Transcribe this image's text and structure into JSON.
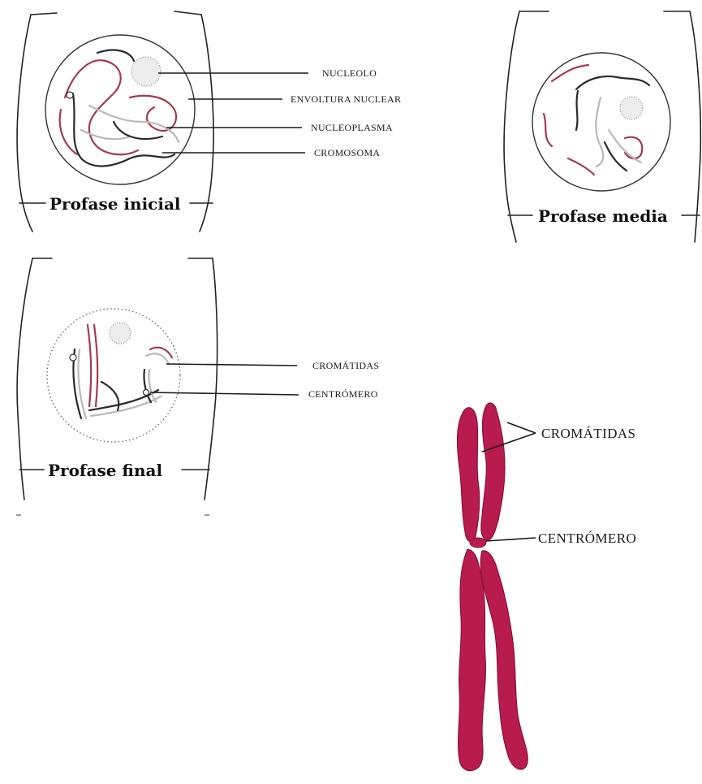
{
  "panels": {
    "profase_inicial": {
      "title": "Profase inicial",
      "labels": {
        "nucleolo": "NUCLEOLO",
        "envoltura": "ENVOLTURA NUCLEAR",
        "nucleoplasma": "NUCLEOPLASMA",
        "cromosoma": "CROMOSOMA"
      }
    },
    "profase_media": {
      "title": "Profase media"
    },
    "profase_final": {
      "title": "Profase final",
      "labels": {
        "cromatidas": "CROMÁTIDAS",
        "centromero": "CENTRÓMERO"
      }
    }
  },
  "chromosome": {
    "labels": {
      "cromatidas": "CROMÁTIDAS",
      "centromero": "CENTRÓMERO"
    },
    "color": "#b81c4f"
  }
}
